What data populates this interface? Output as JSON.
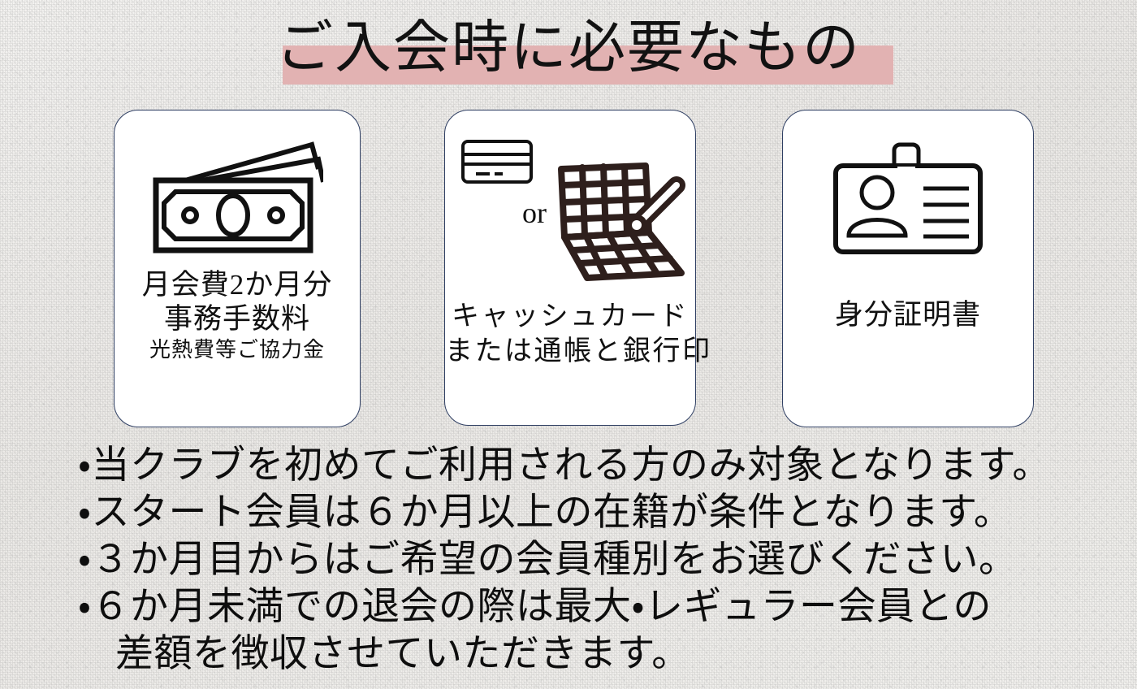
{
  "page": {
    "title": "ご入会時に必要なもの",
    "background_color": "#efeeec",
    "highlight_color": "#e2b2b2",
    "card_border_color": "#2f3f63",
    "ink_color": "#111111",
    "bankbook_icon_color": "#2e1f1c"
  },
  "cards": [
    {
      "icon": "banknote-icon",
      "lines": [
        {
          "text": "月会費2か月分",
          "size": "big"
        },
        {
          "text": "事務手数料",
          "size": "big"
        },
        {
          "text": "光熱費等ご協力金",
          "size": "small"
        }
      ]
    },
    {
      "icon_primary": "credit-card-icon",
      "icon_secondary": "bankbook-pen-icon",
      "separator_label": "or",
      "lines": [
        {
          "text": "キャッシュカード",
          "size": "wide"
        },
        {
          "text": "または通帳と銀行印",
          "size": "wide"
        }
      ]
    },
    {
      "icon": "id-badge-icon",
      "lines": [
        {
          "text": "身分証明書",
          "size": "big"
        }
      ]
    }
  ],
  "notes": {
    "bullet_char": "・",
    "lines": [
      {
        "text": "・当クラブを初めてご利用される方のみ対象となります。",
        "continuation": false
      },
      {
        "text": "・スタート会員は６か月以上の在籍が条件となります。",
        "continuation": false
      },
      {
        "text": "・３か月目からはご希望の会員種別をお選びください。",
        "continuation": false
      },
      {
        "text": "・６か月未満での退会の際は最大・レギュラー会員との",
        "continuation": false
      },
      {
        "text": "差額を徴収させていただきます。",
        "continuation": true
      }
    ]
  }
}
